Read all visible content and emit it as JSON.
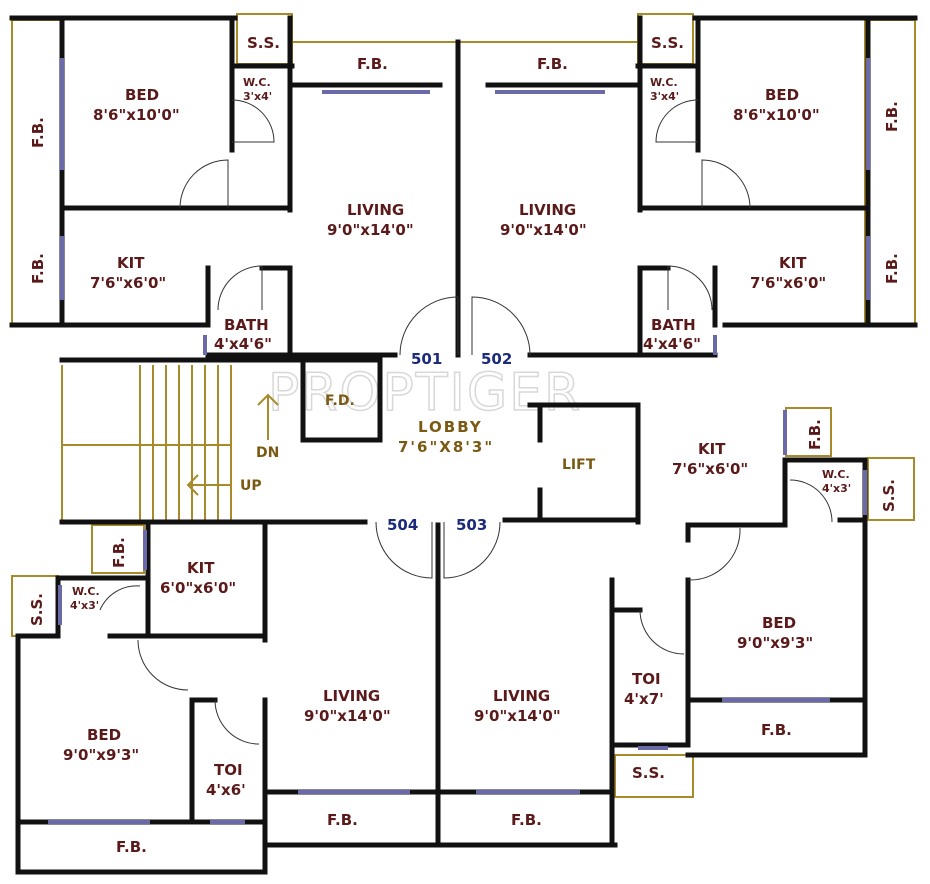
{
  "watermark": "PROPTIGER",
  "units": {
    "u501": "501",
    "u502": "502",
    "u503": "503",
    "u504": "504"
  },
  "rooms": {
    "bed_tl": {
      "name": "BED",
      "dim": "8'6\"x10'0\""
    },
    "bed_tr": {
      "name": "BED",
      "dim": "8'6\"x10'0\""
    },
    "bed_br": {
      "name": "BED",
      "dim": "9'0\"x9'3\""
    },
    "bed_bl": {
      "name": "BED",
      "dim": "9'0\"x9'3\""
    },
    "living_501": {
      "name": "LIVING",
      "dim": "9'0\"x14'0\""
    },
    "living_502": {
      "name": "LIVING",
      "dim": "9'0\"x14'0\""
    },
    "living_504": {
      "name": "LIVING",
      "dim": "9'0\"x14'0\""
    },
    "living_503": {
      "name": "LIVING",
      "dim": "9'0\"x14'0\""
    },
    "kit_tl": {
      "name": "KIT",
      "dim": "7'6\"x6'0\""
    },
    "kit_tr": {
      "name": "KIT",
      "dim": "7'6\"x6'0\""
    },
    "kit_br": {
      "name": "KIT",
      "dim": "7'6\"x6'0\""
    },
    "kit_bl": {
      "name": "KIT",
      "dim": "6'0\"x6'0\""
    },
    "bath_tl": {
      "name": "BATH",
      "dim": "4'x4'6\""
    },
    "bath_tr": {
      "name": "BATH",
      "dim": "4'x4'6\""
    },
    "wc_tl": {
      "name": "W.C.",
      "dim": "3'x4'"
    },
    "wc_tr": {
      "name": "W.C.",
      "dim": "3'x4'"
    },
    "wc_br": {
      "name": "W.C.",
      "dim": "4'x3'"
    },
    "wc_bl": {
      "name": "W.C.",
      "dim": "4'x3'"
    },
    "toi_br": {
      "name": "TOI",
      "dim": "4'x7'"
    },
    "toi_bl": {
      "name": "TOI",
      "dim": "4'x6'"
    },
    "lobby": {
      "name": "LOBBY",
      "dim": "7'6\"X8'3\""
    },
    "lift": {
      "name": "LIFT"
    },
    "fd": {
      "name": "F.D."
    }
  },
  "stairs": {
    "up": "UP",
    "dn": "DN"
  },
  "fb": "F.B.",
  "ss": "S.S."
}
